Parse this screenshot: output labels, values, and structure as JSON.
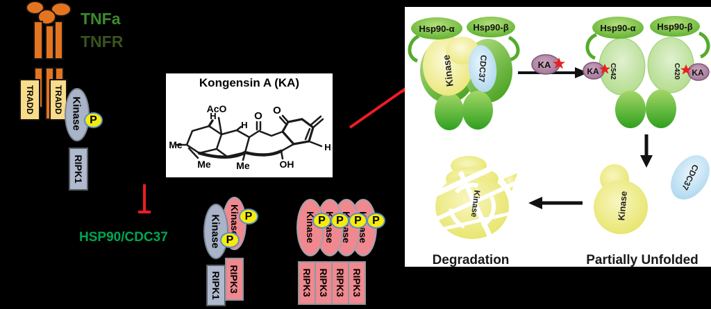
{
  "background": "#000000",
  "left_pathway": {
    "tnfa_label": "TNFa",
    "tnfr_label": "TNFR",
    "tradd_label": "TRADD",
    "kinase_label": "Kinase",
    "phospho_label": "P",
    "ripk1_label": "RIPK1",
    "ripk3_label": "RIPK3",
    "hsp90_cdc37_label": "HSP90/CDC37"
  },
  "ka_box": {
    "title": "Kongensin A (KA)",
    "atom_labels": {
      "aco": "AcO",
      "h_left": "H",
      "h_mid": "H",
      "h_right": "H",
      "o_left": "O",
      "o_right": "O",
      "me_1": "Me",
      "me_2": "Me",
      "me_3": "Me",
      "oh": "OH"
    }
  },
  "right_panel": {
    "hsp90_alpha_label": "Hsp90-α",
    "hsp90_beta_label": "Hsp90-β",
    "kinase_label": "Kinase",
    "cdc37_label": "CDC37",
    "ka_label": "KA",
    "binding_site_alpha": "C542",
    "binding_site_beta": "C420",
    "degradation_label": "Degradation",
    "partially_unfolded_label": "Partially Unfolded"
  },
  "colors": {
    "tnfa_green": "#3D8A2F",
    "tnfr_olive": "#3A531D",
    "hsp90_text_green": "#00A651",
    "inhibit_red": "#ED1C24",
    "receptor_orange": "#E4741F",
    "tradd_tan": "#F8DC8A",
    "kinase_gray": "#A9B4C8",
    "ripk_pink": "#F0898F",
    "phospho_yellow": "#F6EB0F",
    "hsp90_green": "#5CB832",
    "ka_mauve": "#B08BA8",
    "cdc37_blue": "#BFE2F4",
    "unfolded_yellow": "#EAE878"
  }
}
